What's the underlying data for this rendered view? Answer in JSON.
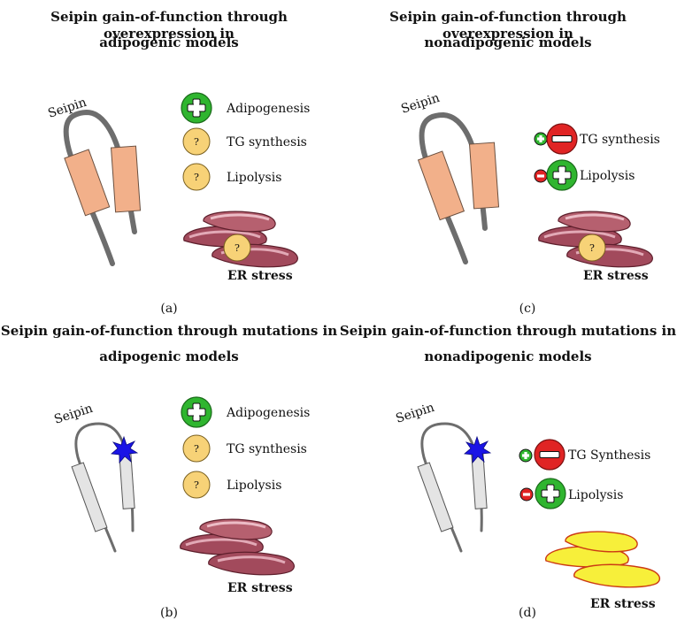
{
  "panels": {
    "a": {
      "title_line1": "Seipin gain-of-function through overexpression in",
      "title_line2": "adipogenic models",
      "seipin_label": "Seipin",
      "items": [
        "Adipogenesis",
        "TG synthesis",
        "Lipolysis"
      ],
      "question": "?",
      "er_label": "ER stress",
      "caption": "(a)"
    },
    "c": {
      "title_line1": "Seipin gain-of-function through overexpression in",
      "title_line2": "nonadipogenic models",
      "seipin_label": "Seipin",
      "items": [
        "TG synthesis",
        "Lipolysis"
      ],
      "question": "?",
      "er_label": "ER stress",
      "caption": "(c)"
    },
    "b": {
      "title_line1": "Seipin gain-of-function through mutations in",
      "title_line2": "adipogenic models",
      "seipin_label": "Seipin",
      "items": [
        "Adipogenesis",
        "TG synthesis",
        "Lipolysis"
      ],
      "question": "?",
      "er_label": "ER stress",
      "caption": "(b)"
    },
    "d": {
      "title_line1": "Seipin gain-of-function through mutations in",
      "title_line2": "nonadipogenic models",
      "seipin_label": "Seipin",
      "items": [
        "TG Synthesis",
        "Lipolysis"
      ],
      "er_label": "ER stress",
      "caption": "(d)"
    }
  },
  "colors": {
    "plus_green": "#2fb52f",
    "minus_red": "#e02424",
    "question_yellow": "#f7d277",
    "transmembrane_orange": "#f2b08a",
    "transmembrane_gray": "#e4e4e4",
    "loop_gray": "#6d6d6d",
    "er_maroon": "#a24a5c",
    "er_yellow": "#f7ef3a",
    "mutation_blue": "#1a14e6"
  }
}
